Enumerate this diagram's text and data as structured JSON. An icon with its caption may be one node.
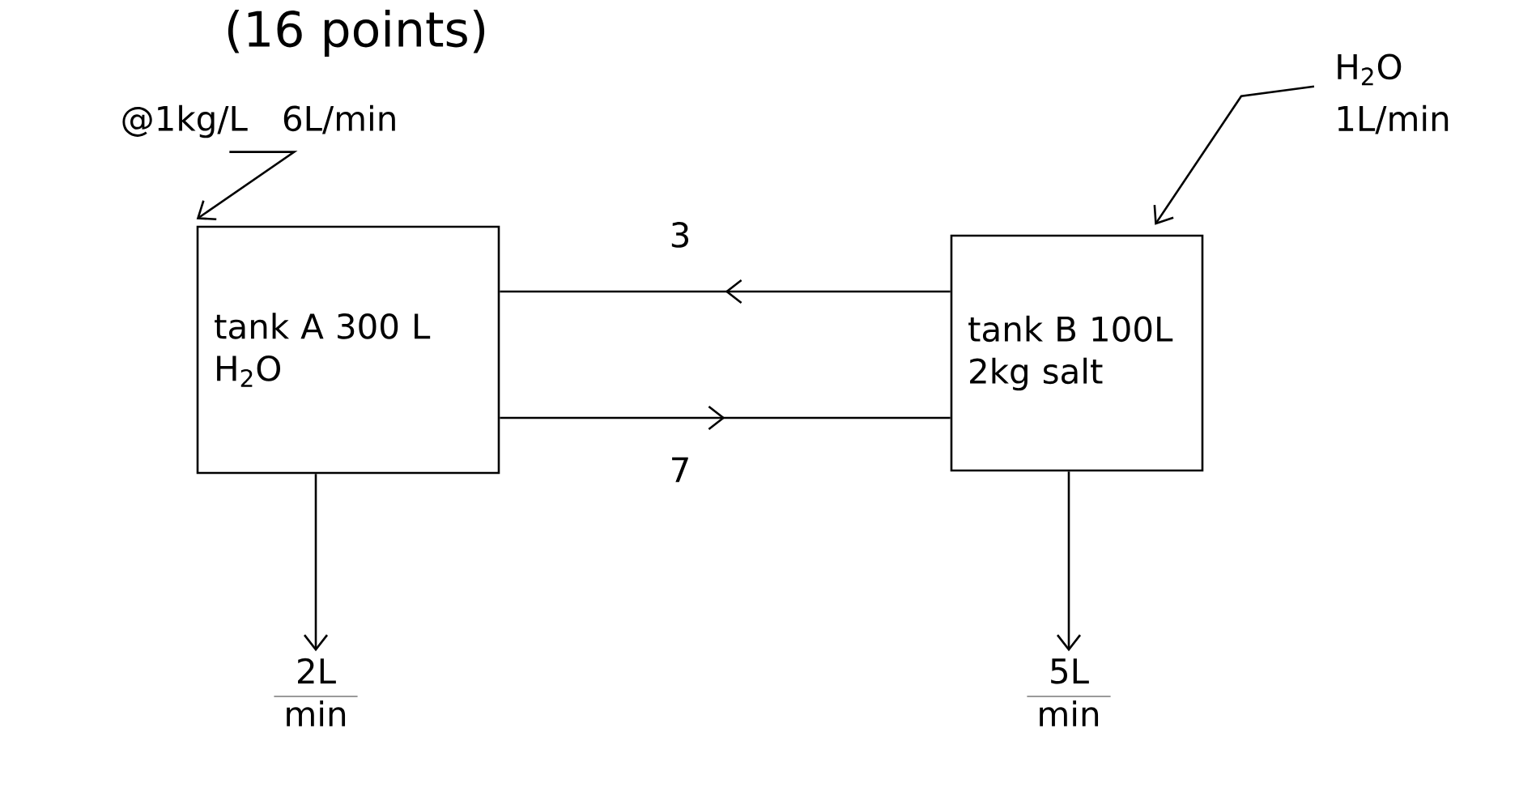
{
  "diagram": {
    "title": "(16 points)",
    "nodes": [
      {
        "text": [
          "tank A 300 L H$_{2}$O"
        ]
      },
      {
        "text": [
          "tank B 100L 2kg salt"
        ]
      },
      {
        "text": [
          "@1kg/L",
          "6L/min"
        ]
      },
      {
        "text": [
          "H$_{2}$O",
          "1L/min"
        ]
      },
      {
        "text": [
          "2L",
          "min"
        ]
      },
      {
        "text": [
          "5L",
          "min"
        ]
      }
    ],
    "edges": [
      {
        "from": 2,
        "to": 0,
        "arrow": "to"
      },
      {
        "from": 3,
        "to": 1,
        "arrow": "to"
      },
      {
        "from": 1,
        "to": 0,
        "arrow": "to",
        "label": "3"
      },
      {
        "from": 0,
        "to": 1,
        "arrow": "to",
        "label": "7"
      },
      {
        "from": 0,
        "to": 4,
        "arrow": "to"
      },
      {
        "from": 1,
        "to": 5,
        "arrow": "to"
      }
    ]
  }
}
